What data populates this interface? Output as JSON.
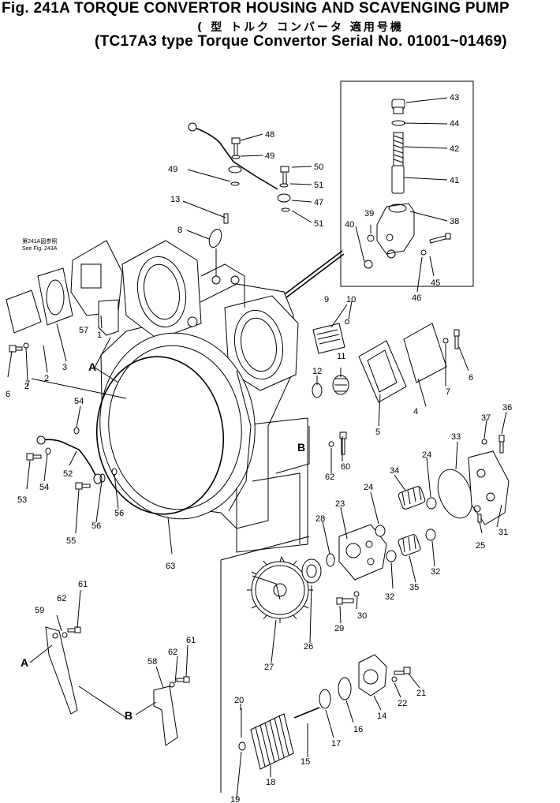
{
  "figure": {
    "title_line1": "Fig. 241A  TORQUE CONVERTOR HOUSING AND SCAVENGING PUMP",
    "title_line2": "(   型   トルク コンバータ 適用号機",
    "title_line3": "(TC17A3 type Torque Convertor Serial No. 01001~01469)"
  },
  "reference_note": {
    "line1": "第241A図参照",
    "line2": "See Fig. 243A"
  },
  "callouts": [
    "1",
    "2",
    "3",
    "4",
    "5",
    "6",
    "7",
    "8",
    "9",
    "10",
    "11",
    "12",
    "13",
    "14",
    "15",
    "16",
    "17",
    "18",
    "19",
    "20",
    "21",
    "22",
    "23",
    "24",
    "25",
    "26",
    "27",
    "28",
    "29",
    "30",
    "31",
    "32",
    "33",
    "34",
    "35",
    "36",
    "37",
    "38",
    "39",
    "40",
    "41",
    "42",
    "43",
    "44",
    "45",
    "46",
    "47",
    "48",
    "49",
    "50",
    "51",
    "52",
    "53",
    "54",
    "55",
    "56",
    "57",
    "58",
    "59",
    "60",
    "61",
    "62",
    "63"
  ],
  "view_markers": [
    "A",
    "B"
  ]
}
